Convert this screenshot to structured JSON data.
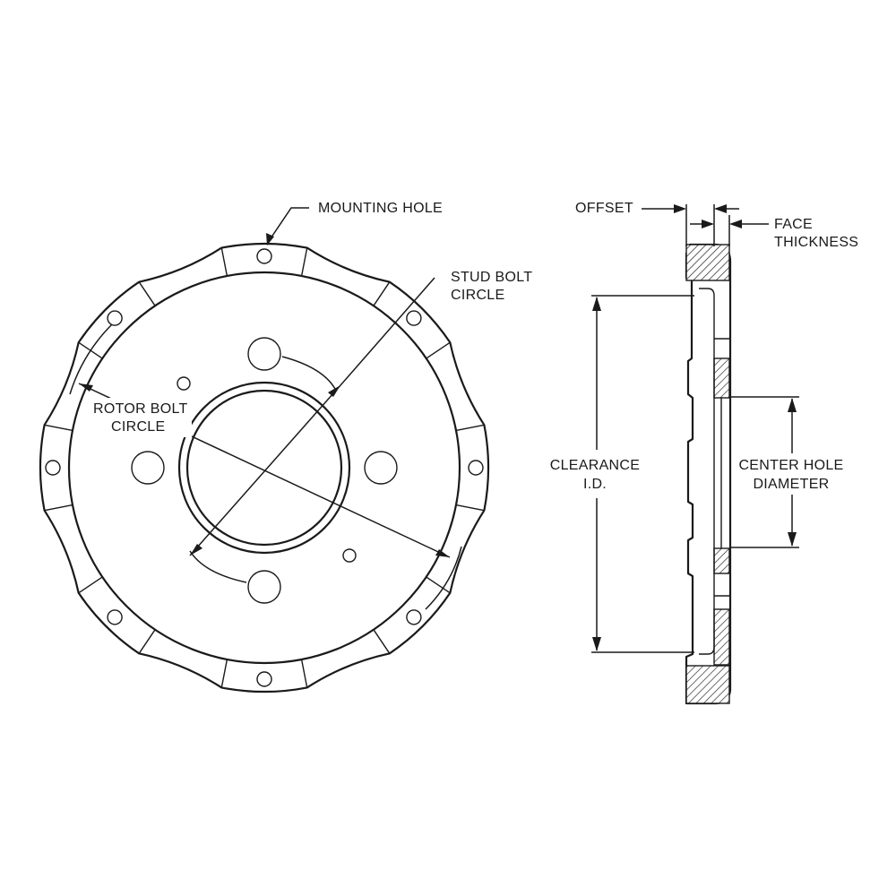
{
  "labels": {
    "mounting_hole": "MOUNTING HOLE",
    "stud_bolt_circle_line1": "STUD BOLT",
    "stud_bolt_circle_line2": "CIRCLE",
    "rotor_bolt_circle_line1": "ROTOR BOLT",
    "rotor_bolt_circle_line2": "CIRCLE",
    "offset": "OFFSET",
    "face_thickness_line1": "FACE",
    "face_thickness_line2": "THICKNESS",
    "clearance_id_line1": "CLEARANCE",
    "clearance_id_line2": "I.D.",
    "center_hole_diameter_line1": "CENTER HOLE",
    "center_hole_diameter_line2": "DIAMETER"
  }
}
